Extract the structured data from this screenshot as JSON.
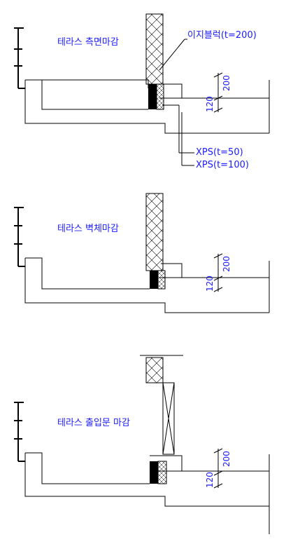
{
  "details": [
    {
      "title": "테라스 측면마감",
      "callouts": [
        "이지블럭(t=200)",
        "XPS(t=50)",
        "XPS(t=100)"
      ],
      "dims": [
        "200",
        "120"
      ]
    },
    {
      "title": "테라스 벽체마감",
      "dims": [
        "200",
        "120"
      ]
    },
    {
      "title": "테라스 출입문 마감",
      "dims": [
        "200",
        "120"
      ]
    }
  ]
}
